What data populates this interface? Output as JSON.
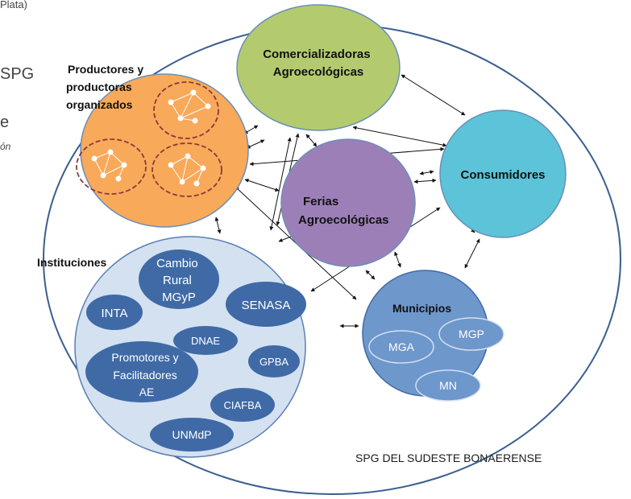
{
  "left_fragment": {
    "top": "Plata)",
    "line1": "SPG",
    "line2": "e",
    "line3": "ón"
  },
  "nodes": {
    "productores": {
      "title": "Productores y productoras organizados",
      "lines": [
        "Productores y",
        "productoras",
        "organizados"
      ],
      "color": "#F8A95A"
    },
    "comercializadoras": {
      "lines": [
        "Comercializadoras",
        "Agroecológicas"
      ],
      "color": "#B3CB6E"
    },
    "consumidores": {
      "lines": [
        "Consumidores"
      ],
      "color": "#5CC3D8"
    },
    "ferias": {
      "lines": [
        "Ferias",
        "Agroecológicas"
      ],
      "color": "#9D7FB8"
    },
    "instituciones": {
      "label": "Instituciones",
      "color": "#D4E1F1"
    },
    "municipios": {
      "label": "Municipios",
      "color": "#6E97CC"
    }
  },
  "institutions": [
    {
      "id": "cambio-rural",
      "lines": [
        "Cambio",
        "Rural",
        "MGyP"
      ]
    },
    {
      "id": "inta",
      "lines": [
        "INTA"
      ]
    },
    {
      "id": "senasa",
      "lines": [
        "SENASA"
      ]
    },
    {
      "id": "dnae",
      "lines": [
        "DNAE"
      ]
    },
    {
      "id": "promotores",
      "lines": [
        "Promotores y",
        "Facilitadores",
        "AE"
      ]
    },
    {
      "id": "gpba",
      "lines": [
        "GPBA"
      ]
    },
    {
      "id": "ciafba",
      "lines": [
        "CIAFBA"
      ]
    },
    {
      "id": "unmdp",
      "lines": [
        "UNMdP"
      ]
    }
  ],
  "municipalities": [
    {
      "id": "mga",
      "label": "MGA"
    },
    {
      "id": "mgp",
      "label": "MGP"
    },
    {
      "id": "mn",
      "label": "MN"
    }
  ],
  "caption": "SPG DEL SUDESTE BONAERENSE",
  "colors": {
    "institution_ellipse": "#3F6AA6",
    "municipio_sub": "#6E97CC",
    "outline": "#3A5F8F",
    "arrow": "#111111"
  }
}
